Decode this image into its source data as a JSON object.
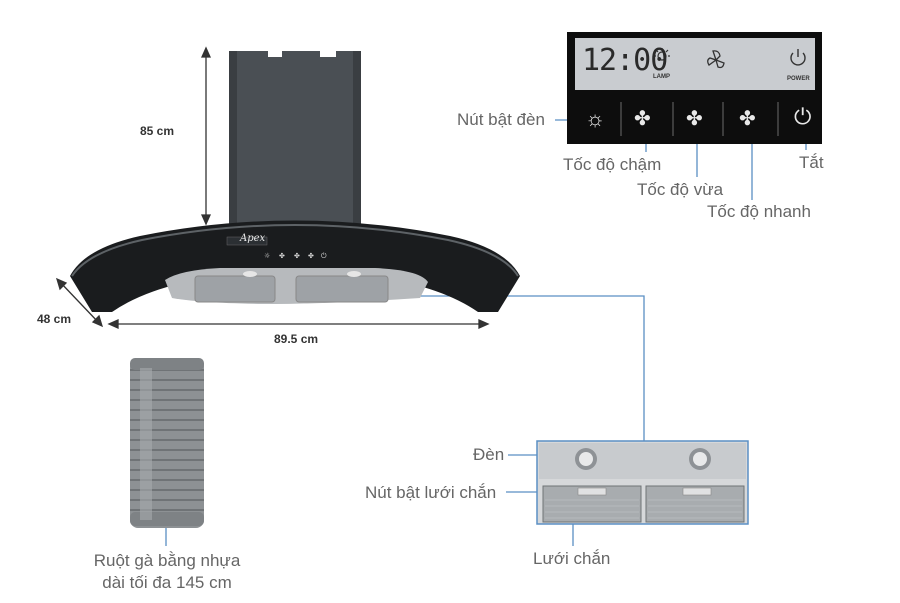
{
  "dimensions": {
    "height": "85 cm",
    "depth": "48 cm",
    "width": "89.5 cm"
  },
  "brand_logo": "Apex",
  "display": {
    "time": "12:00",
    "lamp_label": "LAMP",
    "power_label": "POWER"
  },
  "control_labels": {
    "lamp_button": "Nút bật đèn",
    "speed_low": "Tốc độ chậm",
    "speed_medium": "Tốc độ vừa",
    "speed_high": "Tốc độ nhanh",
    "off": "Tắt"
  },
  "filter_labels": {
    "lamp": "Đèn",
    "filter_release": "Nút bật lưới chắn",
    "filter": "Lưới chắn"
  },
  "duct": {
    "line1": "Ruột gà bằng nhựa",
    "line2": "dài tối đa 145 cm"
  },
  "colors": {
    "leader_line": "#5b8fc4",
    "panel_bg": "#0d0d0d",
    "lcd": "#c9ccd0"
  },
  "icons": [
    "lamp-icon",
    "fan-low-icon",
    "fan-medium-icon",
    "fan-high-icon",
    "power-icon"
  ]
}
